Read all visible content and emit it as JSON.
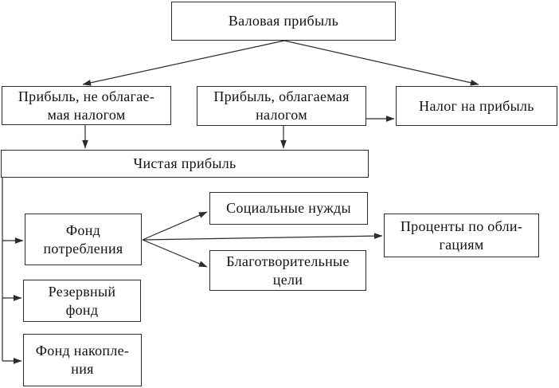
{
  "diagram": {
    "title": "Profit distribution flowchart",
    "colors": {
      "background": "#ffffff",
      "line": "#2b2b2b",
      "text": "#111111"
    },
    "nodes": {
      "gross_profit": {
        "label": "Валовая прибыль"
      },
      "non_taxable_profit": {
        "label": "Прибыль, не облагае-\nмая налогом"
      },
      "taxable_profit": {
        "label": "Прибыль, облагаемая\nналогом"
      },
      "profit_tax": {
        "label": "Налог на прибыль"
      },
      "net_profit": {
        "label": "Чистая прибыль"
      },
      "consumption_fund": {
        "label": "Фонд\nпотребления"
      },
      "reserve_fund": {
        "label": "Резервный\nфонд"
      },
      "accumulation_fund": {
        "label": "Фонд накопле-\nния"
      },
      "social_needs": {
        "label": "Социальные нужды"
      },
      "charity_goals": {
        "label": "Благотворительные\nцели"
      },
      "bond_interest": {
        "label": "Проценты по обли-\nгациям"
      }
    },
    "edges": [
      {
        "from": "gross_profit",
        "to": "non_taxable_profit"
      },
      {
        "from": "gross_profit",
        "to": "profit_tax"
      },
      {
        "from": "taxable_profit",
        "to": "profit_tax"
      },
      {
        "from": "non_taxable_profit",
        "to": "net_profit"
      },
      {
        "from": "taxable_profit",
        "to": "net_profit"
      },
      {
        "from": "net_profit",
        "to": "consumption_fund"
      },
      {
        "from": "net_profit",
        "to": "reserve_fund"
      },
      {
        "from": "net_profit",
        "to": "accumulation_fund"
      },
      {
        "from": "consumption_fund",
        "to": "social_needs"
      },
      {
        "from": "consumption_fund",
        "to": "charity_goals"
      },
      {
        "from": "consumption_fund",
        "to": "bond_interest"
      }
    ]
  }
}
